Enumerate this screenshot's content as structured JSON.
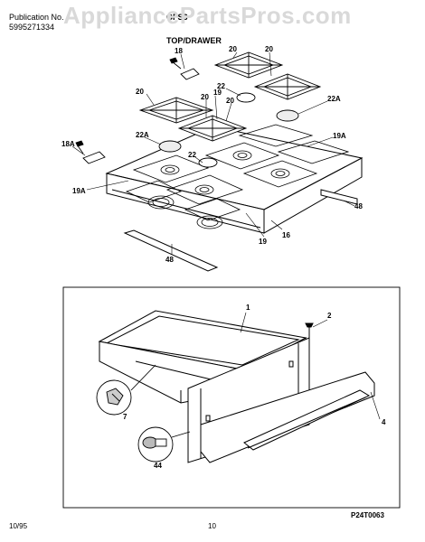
{
  "header": {
    "pub_label": "Publication No.",
    "pub_number": "5995271334",
    "model": "GFS3",
    "watermark": "AppliancePartsPros.com",
    "section_title": "TOP/DRAWER"
  },
  "callouts_top": [
    "18",
    "20",
    "20",
    "20",
    "22",
    "22A",
    "20",
    "19",
    "20",
    "22A",
    "19A",
    "18A",
    "22",
    "19A",
    "48",
    "16",
    "19",
    "48"
  ],
  "callouts_bottom": [
    "1",
    "2",
    "7",
    "44",
    "4"
  ],
  "footer": {
    "date": "10/95",
    "page": "10",
    "drawing_code": "P24T0063"
  }
}
